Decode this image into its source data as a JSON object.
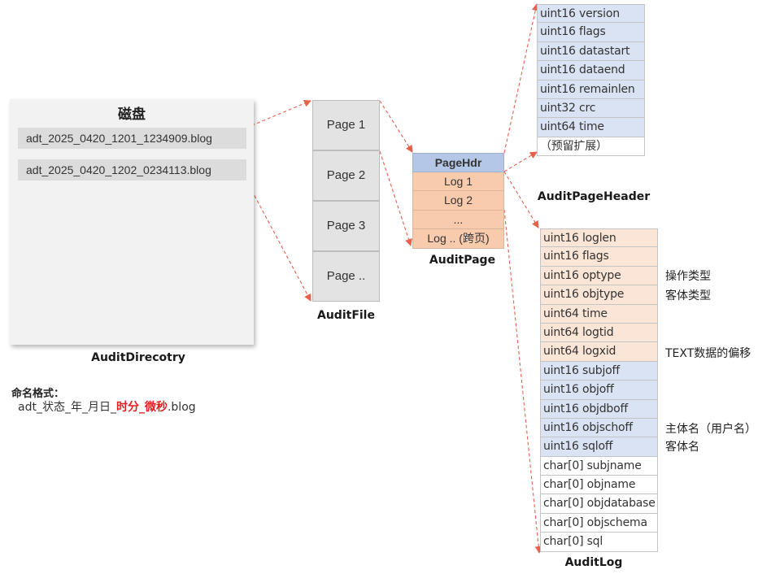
{
  "disk": {
    "title": "磁盘",
    "files": [
      "adt_2025_0420_1201_1234909.blog",
      "adt_2025_0420_1202_0234113.blog"
    ],
    "caption": "AuditDirecotry"
  },
  "audit_file": {
    "pages": [
      "Page 1",
      "Page 2",
      "Page 3",
      "Page .."
    ],
    "caption": "AuditFile"
  },
  "audit_page": {
    "header": "PageHdr",
    "logs": [
      "Log 1",
      "Log 2",
      "...",
      "Log  .. (跨页)"
    ],
    "caption": "AuditPage"
  },
  "page_header": {
    "fields": [
      "uint16 version",
      "uint16 flags",
      "uint16 datastart",
      "uint16 dataend",
      "uint16 remainlen",
      "uint32 crc",
      "uint64 time"
    ],
    "reserved": "（预留扩展）",
    "caption": "AuditPageHeader"
  },
  "audit_log": {
    "fields_orange": [
      "uint16 loglen",
      "uint16 flags",
      "uint16 optype",
      "uint16 objtype",
      "uint64 time",
      "uint64 logtid",
      "uint64 logxid"
    ],
    "fields_blue": [
      "uint16 subjoff",
      "uint16 objoff",
      "uint16 objdboff",
      "uint16 objschoff",
      "uint16 sqloff"
    ],
    "fields_white": [
      "char[0] subjname",
      "char[0] objname",
      "char[0] objdatabase",
      "char[0] objschema",
      "char[0] sql"
    ],
    "caption": "AuditLog",
    "notes": {
      "optype": "操作类型",
      "objtype": "客体类型",
      "logxid": "TEXT数据的偏移",
      "objschoff": "主体名（用户名）",
      "sqloff": "客体名"
    }
  },
  "naming": {
    "title": "命名格式：",
    "prefix": "adt_状态_年_月日_",
    "highlight": "时分_微秒",
    "suffix": ".blog"
  },
  "colors": {
    "arrow": "#e8604c",
    "blue_fill": "#dae3f3",
    "orange_fill": "#fbe5d6",
    "header_fill": "#b4c7e7",
    "log_fill": "#f8cbad"
  }
}
